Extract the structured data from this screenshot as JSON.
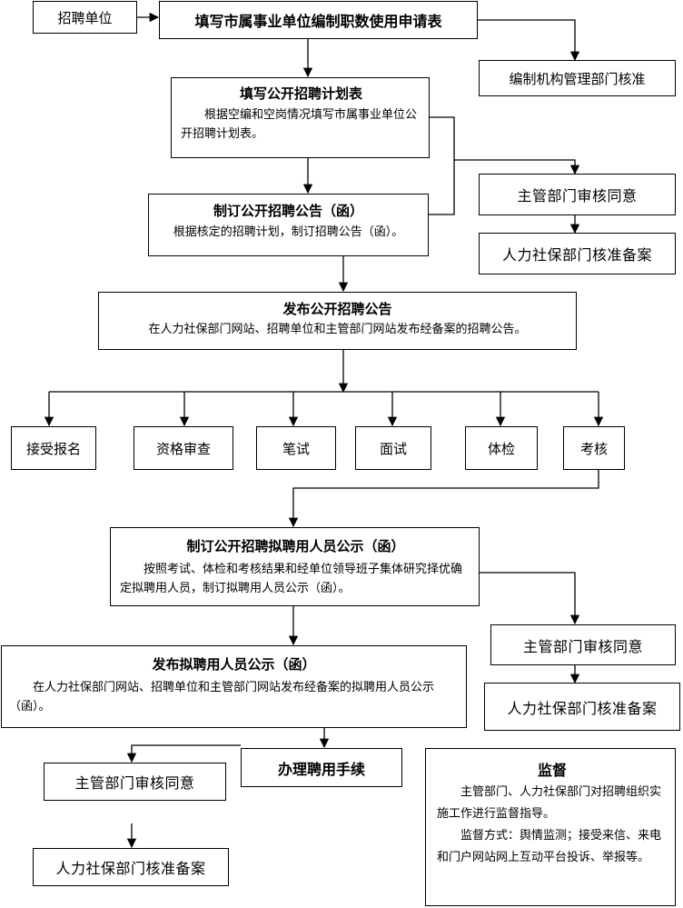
{
  "flowchart": {
    "recruiting_unit": "招聘单位",
    "application_form": "填写市属事业单位编制职数使用申请表",
    "org_approval": "编制机构管理部门核准",
    "plan": {
      "title": "填写公开招聘计划表",
      "body": "根据空编和空岗情况填写市属事业单位公开招聘计划表。"
    },
    "supervisor_agree_1": "主管部门审核同意",
    "hr_record_1": "人力社保部门核准备案",
    "announcement_draft": {
      "title": "制订公开招聘公告（函）",
      "body": "根据核定的招聘计划，制订招聘公告（函）。"
    },
    "announcement_publish": {
      "title": "发布公开招聘公告",
      "body": "在人力社保部门网站、招聘单位和主管部门网站发布经备案的招聘公告。"
    },
    "steps": [
      "接受报名",
      "资格审查",
      "笔试",
      "面试",
      "体检",
      "考核"
    ],
    "candidate_draft": {
      "title": "制订公开招聘拟聘用人员公示（函）",
      "body": "按照考试、体检和考核结果和经单位领导班子集体研究择优确定拟聘用人员，制订拟聘用人员公示（函）。"
    },
    "supervisor_agree_2": "主管部门审核同意",
    "hr_record_2": "人力社保部门核准备案",
    "candidate_publish": {
      "title": "发布拟聘用人员公示（函）",
      "body": "在人力社保部门网站、招聘单位和主管部门网站发布经备案的拟聘用人员公示（函）。"
    },
    "hire_procedure": "办理聘用手续",
    "supervisor_agree_3": "主管部门审核同意",
    "hr_record_3": "人力社保部门核准备案",
    "supervision": {
      "title": "监督",
      "p1": "主管部门、人力社保部门对招聘组织实施工作进行监督指导。",
      "p2": "监督方式：舆情监测；接受来信、来电和门户网站网上互动平台投诉、举报等。"
    }
  }
}
